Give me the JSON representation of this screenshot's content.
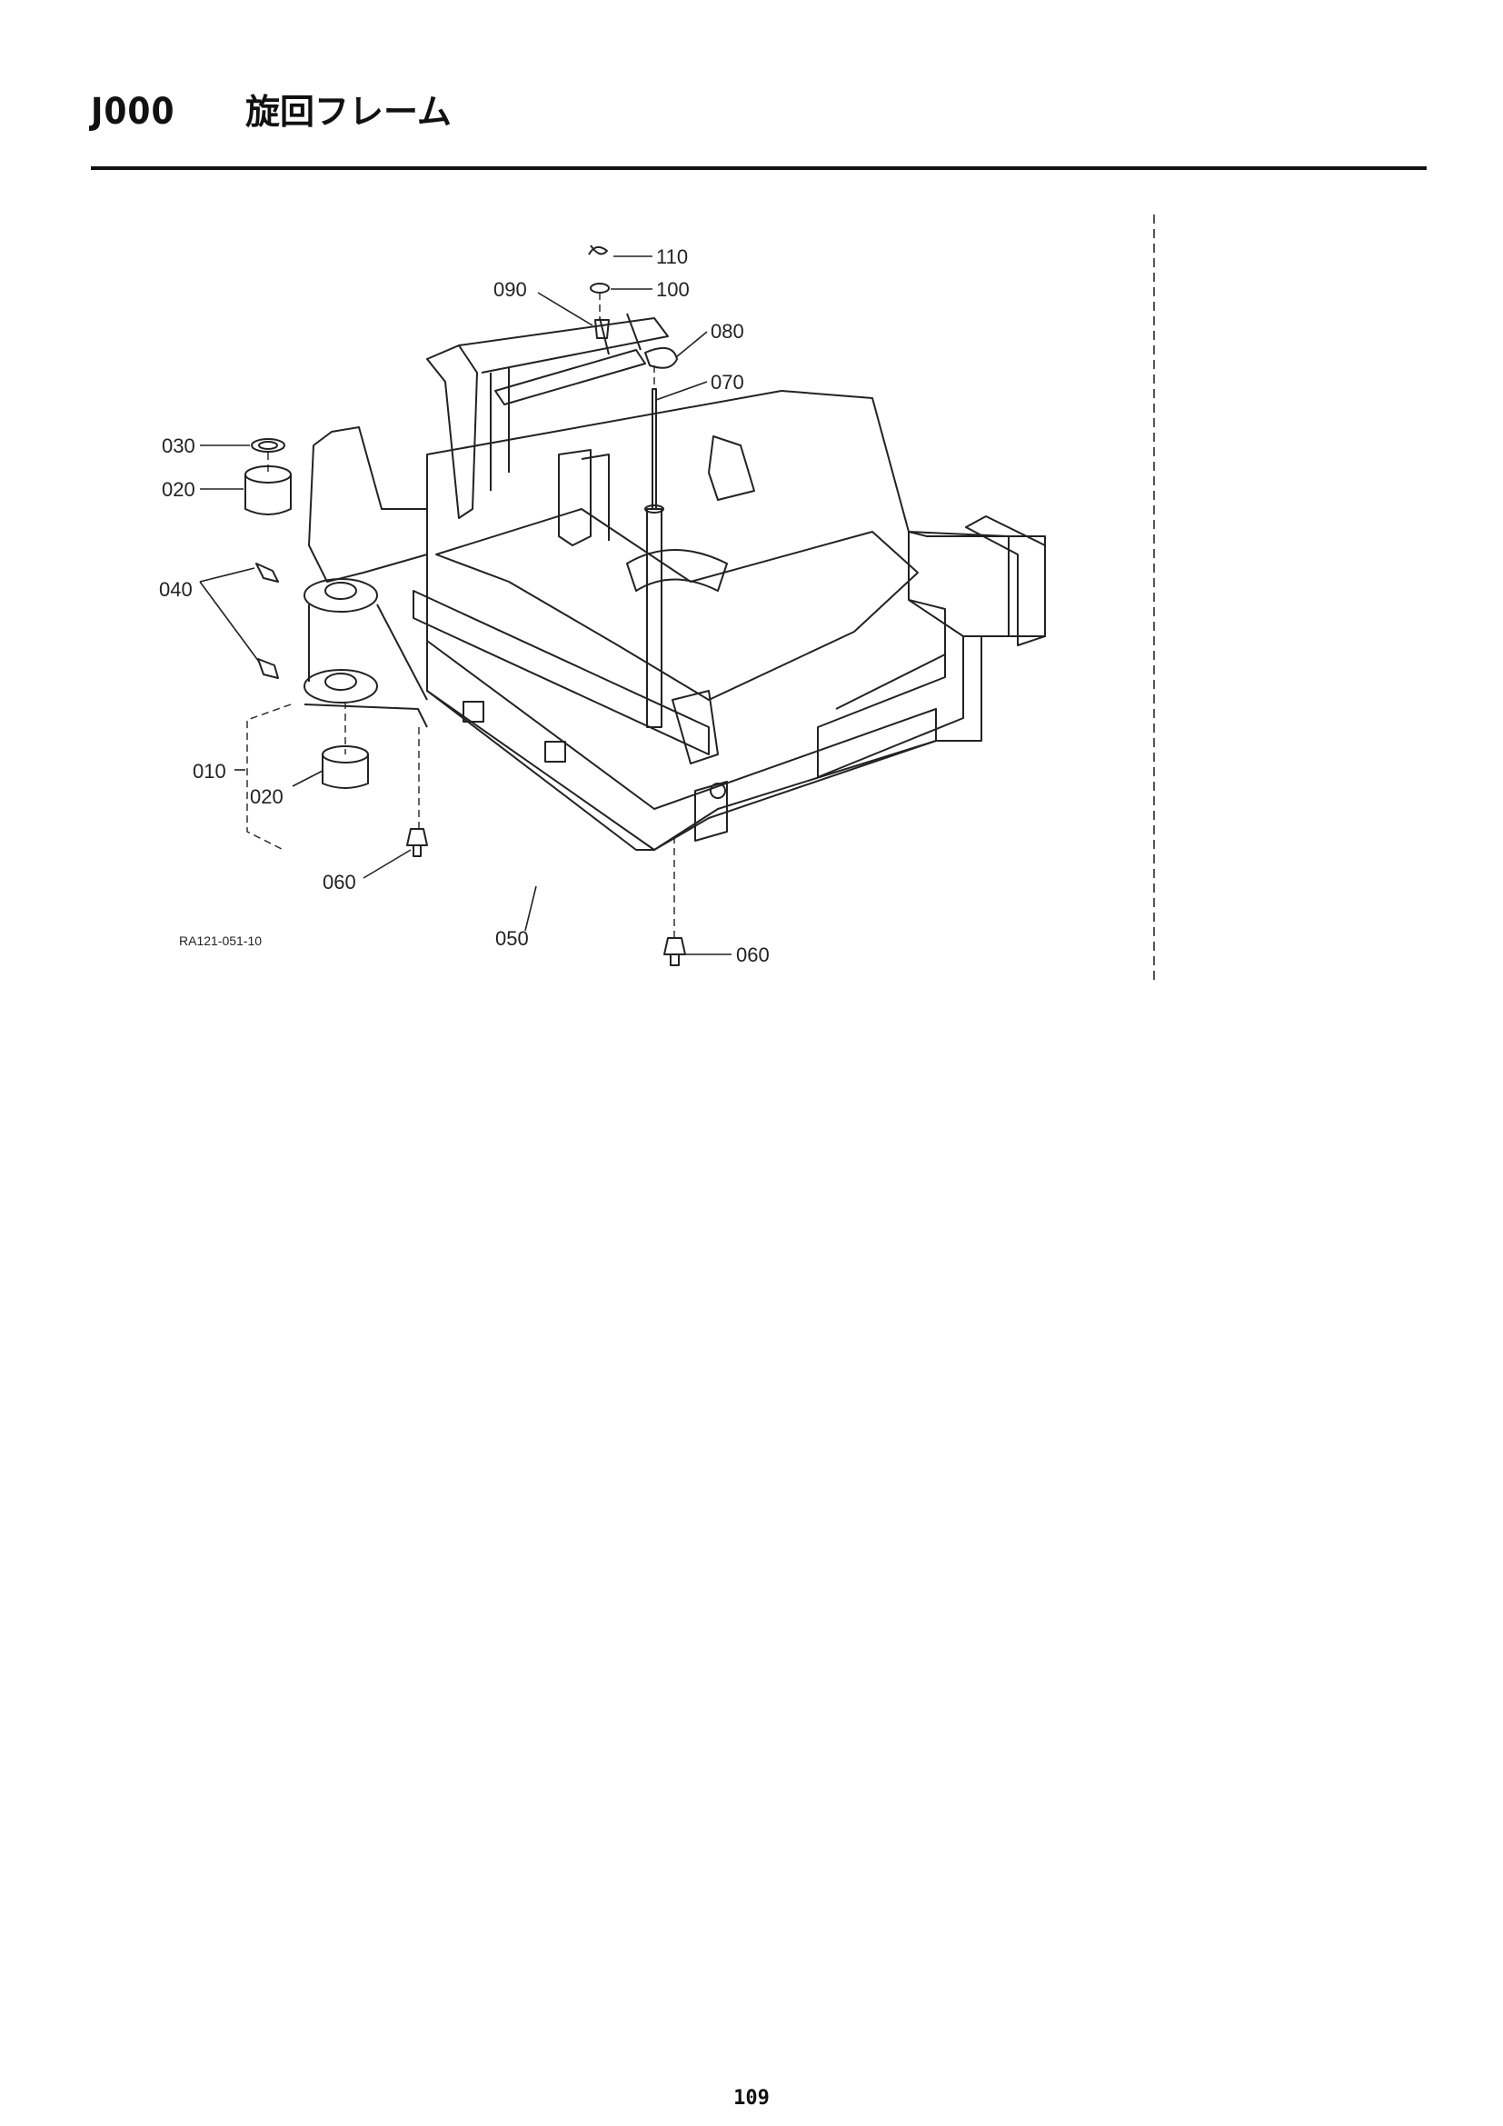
{
  "header": {
    "section_code": "J000",
    "section_title": "旋回フレーム"
  },
  "diagram": {
    "drawing_code": "RA121-051-10",
    "callouts": [
      {
        "id": "c110",
        "label": "110"
      },
      {
        "id": "c100",
        "label": "100"
      },
      {
        "id": "c090",
        "label": "090"
      },
      {
        "id": "c080",
        "label": "080"
      },
      {
        "id": "c070",
        "label": "070"
      },
      {
        "id": "c030",
        "label": "030"
      },
      {
        "id": "c020a",
        "label": "020"
      },
      {
        "id": "c040",
        "label": "040"
      },
      {
        "id": "c010",
        "label": "010"
      },
      {
        "id": "c020b",
        "label": "020"
      },
      {
        "id": "c060a",
        "label": "060"
      },
      {
        "id": "c050",
        "label": "050"
      },
      {
        "id": "c060b",
        "label": "060"
      }
    ]
  },
  "footer": {
    "page_number": "109"
  },
  "colors": {
    "ink": "#111111",
    "line": "#222222",
    "background": "#ffffff"
  }
}
